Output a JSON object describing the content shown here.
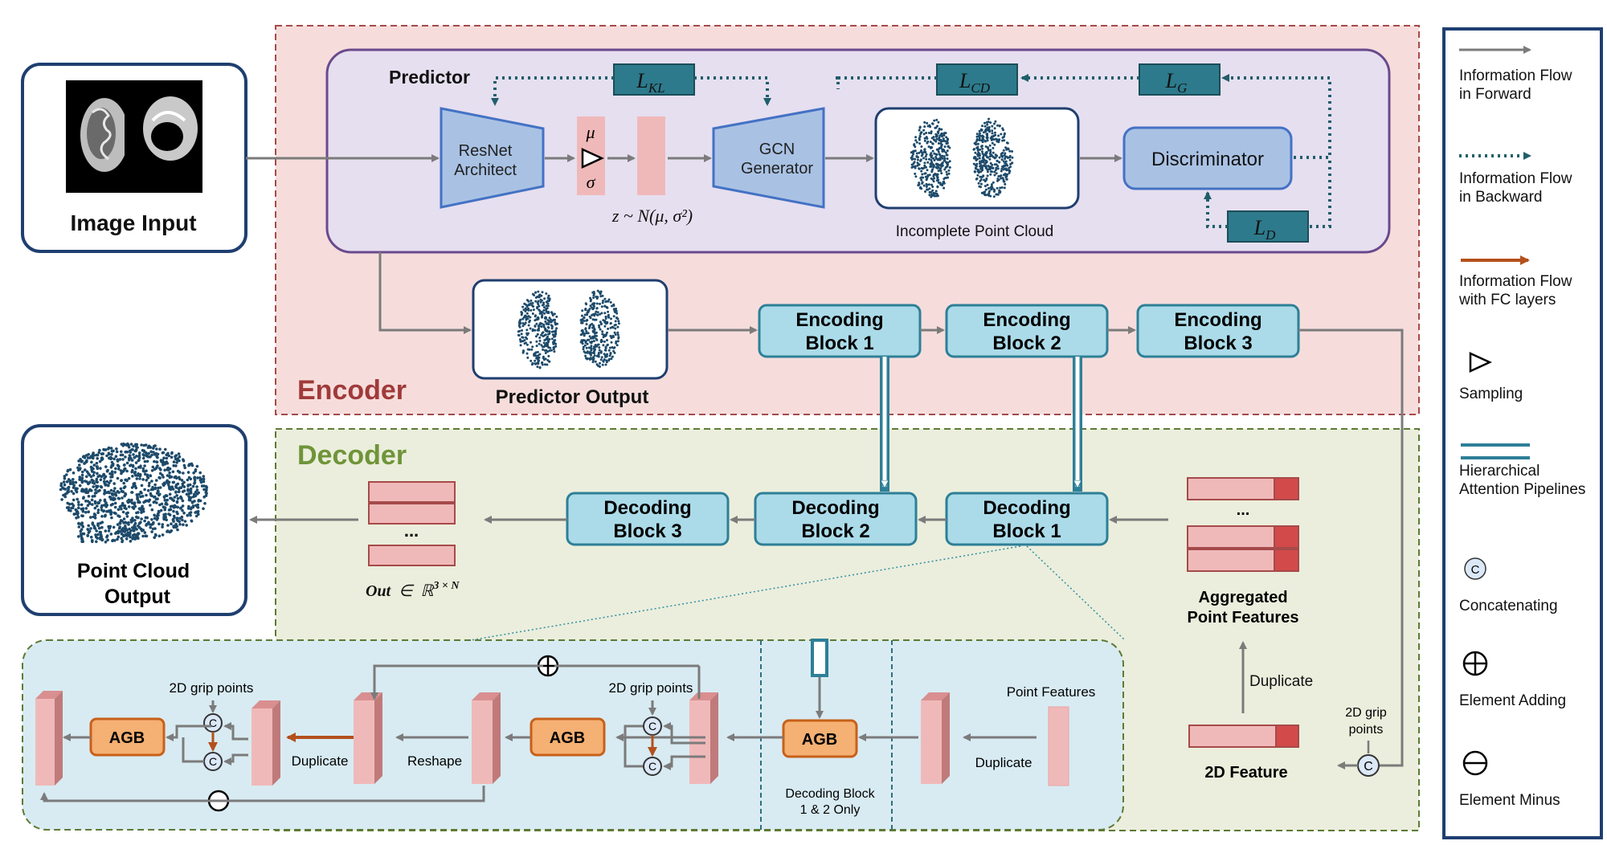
{
  "image_input": {
    "label": "Image Input"
  },
  "predictor": {
    "title": "Predictor",
    "resnet": [
      "ResNet",
      "Architect"
    ],
    "mu": "μ",
    "sigma": "σ",
    "sampling_eq": "z ~ N(μ, σ²)",
    "gcn": [
      "GCN",
      "Generator"
    ],
    "incomplete_pc": "Incomplete Point Cloud",
    "discriminator": "Discriminator",
    "losses": {
      "kl": {
        "main": "L",
        "sub": "KL"
      },
      "cd": {
        "main": "L",
        "sub": "CD"
      },
      "g": {
        "main": "L",
        "sub": "G"
      },
      "d": {
        "main": "L",
        "sub": "D"
      }
    }
  },
  "encoder": {
    "title": "Encoder",
    "predictor_output": "Predictor Output",
    "blocks": [
      [
        "Encoding",
        "Block 1"
      ],
      [
        "Encoding",
        "Block 2"
      ],
      [
        "Encoding",
        "Block 3"
      ]
    ]
  },
  "decoder": {
    "title": "Decoder",
    "blocks": [
      [
        "Decoding",
        "Block 3"
      ],
      [
        "Decoding",
        "Block 2"
      ],
      [
        "Decoding",
        "Block 1"
      ]
    ],
    "out_eq": {
      "out": "Out",
      "in": "∈",
      "space": "ℝ",
      "sup": "3 × N"
    },
    "dots": "...",
    "output_label": [
      "Point Cloud",
      "Output"
    ],
    "aggregated": [
      "Aggregated",
      "Point Features"
    ],
    "duplicate": "Duplicate",
    "feature_2d": "2D Feature",
    "grip_points": [
      "2D grip",
      "points"
    ]
  },
  "detail": {
    "agb": "AGB",
    "grip": "2D grip points",
    "duplicate": "Duplicate",
    "reshape": "Reshape",
    "note": [
      "Decoding Block",
      "1 & 2 Only"
    ],
    "point_features": "Point Features",
    "concat_symbol": "C"
  },
  "legend": [
    {
      "icon": "gray-arrow-icon",
      "lines": [
        "Information Flow",
        "in Forward"
      ]
    },
    {
      "icon": "dotted-arrow-icon",
      "lines": [
        "Information Flow",
        "in Backward"
      ]
    },
    {
      "icon": "orange-arrow-icon",
      "lines": [
        "Information Flow",
        "with FC layers"
      ]
    },
    {
      "icon": "sampling-triangle-icon",
      "lines": [
        "Sampling"
      ]
    },
    {
      "icon": "double-line-icon",
      "lines": [
        "Hierarchical",
        "Attention Pipelines"
      ]
    },
    {
      "icon": "concat-circle-icon",
      "lines": [
        "Concatenating"
      ]
    },
    {
      "icon": "plus-circle-icon",
      "lines": [
        "Element Adding"
      ]
    },
    {
      "icon": "minus-circle-icon",
      "lines": [
        "Element Minus"
      ]
    }
  ],
  "colors": {
    "encoder_bg": "#f6dddc",
    "encoder_border": "#a64a4a",
    "decoder_bg": "#ebeedc",
    "decoder_border": "#5d7a35",
    "predictor_bg": "#e6dff0",
    "predictor_border": "#6a4a8c",
    "block_fill": "#abdbe9",
    "block_border": "#2e7f97",
    "loss_fill": "#2d7a8c",
    "agb_fill": "#f5b073",
    "agb_border": "#c8601a",
    "pink": "#f0b9b9",
    "red": "#d24a4a",
    "arrow_gray": "#7b7b7b",
    "dotted_teal": "#215e6b",
    "fc_orange": "#b4501c",
    "point_blue": "#1d4a6a"
  }
}
